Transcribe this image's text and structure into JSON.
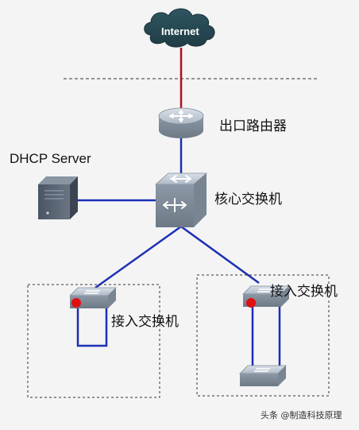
{
  "nodes": {
    "internet": {
      "label": "Internet"
    },
    "router": {
      "label": "出口路由器"
    },
    "dhcp_server": {
      "label": "DHCP Server"
    },
    "core_switch": {
      "label": "核心交换机"
    },
    "access_switch_left": {
      "label": "接入交换机"
    },
    "access_switch_right": {
      "label": "接入交换机"
    }
  },
  "colors": {
    "wan_link": "#b01020",
    "lan_link": "#1b2fb5",
    "loop_port": "#e01010",
    "device_body": "#9aa6b4"
  },
  "watermark": "头条 @制造科技原理"
}
